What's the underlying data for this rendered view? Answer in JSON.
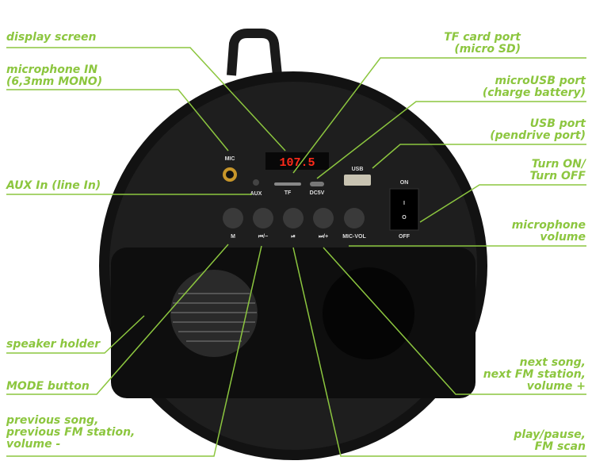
{
  "labels": {
    "display_screen": "display screen",
    "mic_in": "microphone IN\n(6,3mm MONO)",
    "aux_in": "AUX In (line In)",
    "speaker_holder": "speaker holder",
    "mode_button": "MODE button",
    "previous": "previous song,\nprevious FM station,\nvolume -",
    "tf_card": "TF card port\n(micro SD)",
    "micro_usb": "microUSB port\n(charge battery)",
    "usb_port": "USB port\n(pendrive port)",
    "turn_on": "Turn ON/\nTurn OFF",
    "mic_volume": "microphone\nvolume",
    "next": "next song,\nnext FM station,\nvolume +",
    "play_pause": "play/pause,\nFM scan"
  },
  "panel": {
    "display": "107.5",
    "mic": "MIC",
    "aux": "AUX",
    "tf": "TF",
    "dc5v": "DC5V",
    "usb": "USB",
    "on": "ON",
    "off": "OFF",
    "switch_on": "I",
    "switch_off": "O",
    "buttons": [
      "M",
      "⏮/−",
      "⏯",
      "⏭/+",
      "MIC-VOL"
    ]
  },
  "colors": {
    "accent": "#8cc63f",
    "display": "#ff2a1a"
  }
}
